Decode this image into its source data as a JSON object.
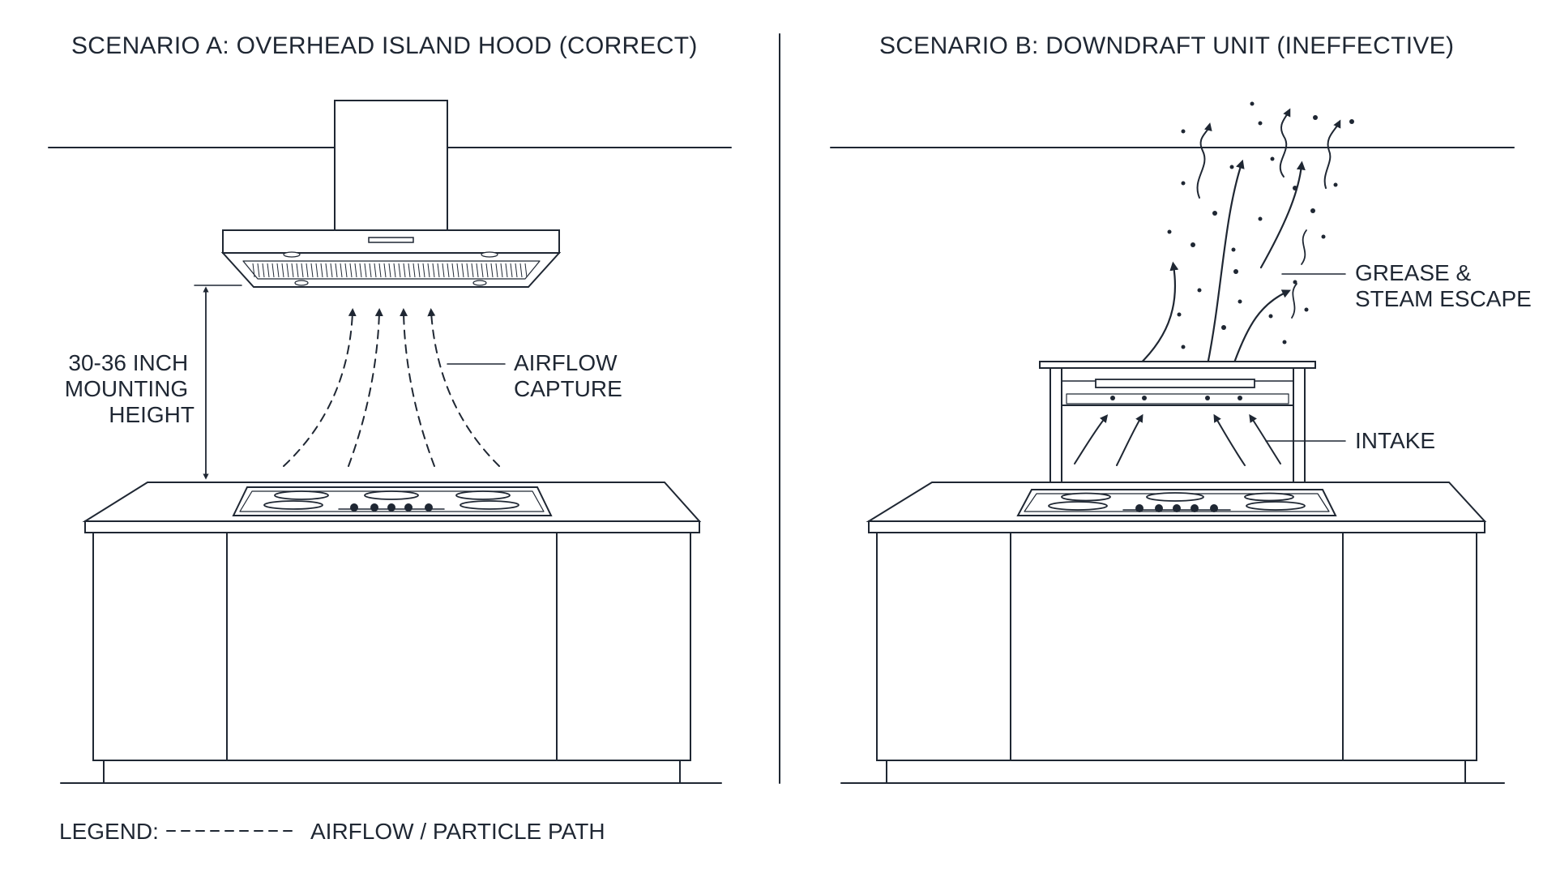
{
  "scenario_a": {
    "title": "SCENARIO A: OVERHEAD ISLAND HOOD (CORRECT)",
    "height_label": [
      "30-36 INCH",
      "MOUNTING",
      "HEIGHT"
    ],
    "airflow_label": [
      "AIRFLOW",
      "CAPTURE"
    ]
  },
  "scenario_b": {
    "title": "SCENARIO B: DOWNDRAFT UNIT (INEFFECTIVE)",
    "escape_label": [
      "GREASE &",
      "STEAM ESCAPE"
    ],
    "intake_label": "INTAKE"
  },
  "legend": {
    "label": "LEGEND:",
    "description": "AIRFLOW / PARTICLE PATH"
  },
  "colors": {
    "ink": "#1f2733",
    "background": "#ffffff"
  }
}
